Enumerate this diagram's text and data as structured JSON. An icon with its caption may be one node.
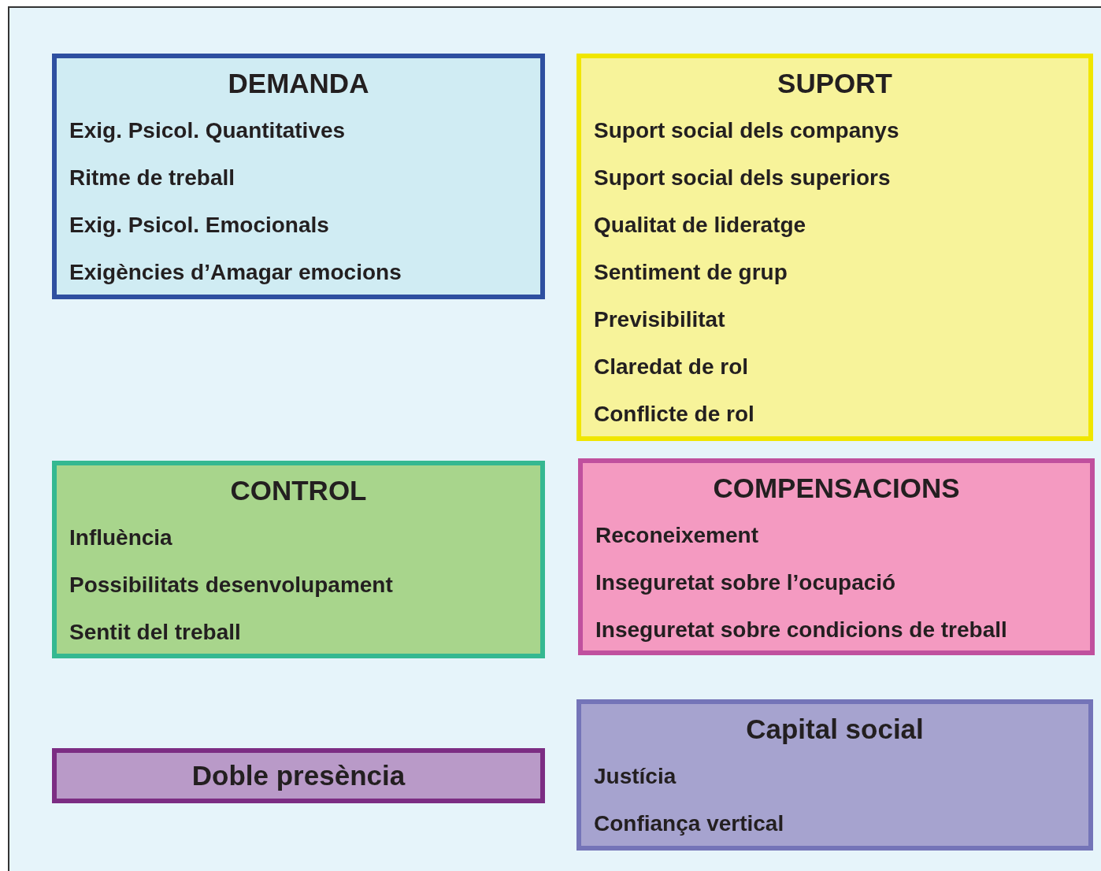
{
  "diagram": {
    "nodes": [
      {
        "text": [
          "DEMANDA",
          "Exig. Psicol. Quantitatives",
          "Ritme de treball",
          "Exig. Psicol. Emocionals",
          "Exigències d’Amagar emocions"
        ]
      },
      {
        "text": [
          "SUPORT",
          "Suport social dels companys",
          "Suport social dels superiors",
          "Qualitat de lideratge",
          "Sentiment de grup",
          "Previsibilitat",
          "Claredat de rol",
          "Conflicte de rol"
        ]
      },
      {
        "text": [
          "CONTROL",
          "Influència",
          "Possibilitats desenvolupament",
          "Sentit del treball"
        ]
      },
      {
        "text": [
          "COMPENSACIONS",
          "Reconeixement",
          "Inseguretat sobre l’ocupació",
          "Inseguretat sobre condicions de treball"
        ]
      },
      {
        "text": [
          "Doble presència"
        ]
      },
      {
        "text": [
          "Capital social",
          "Justícia",
          "Confiança vertical"
        ]
      }
    ]
  }
}
